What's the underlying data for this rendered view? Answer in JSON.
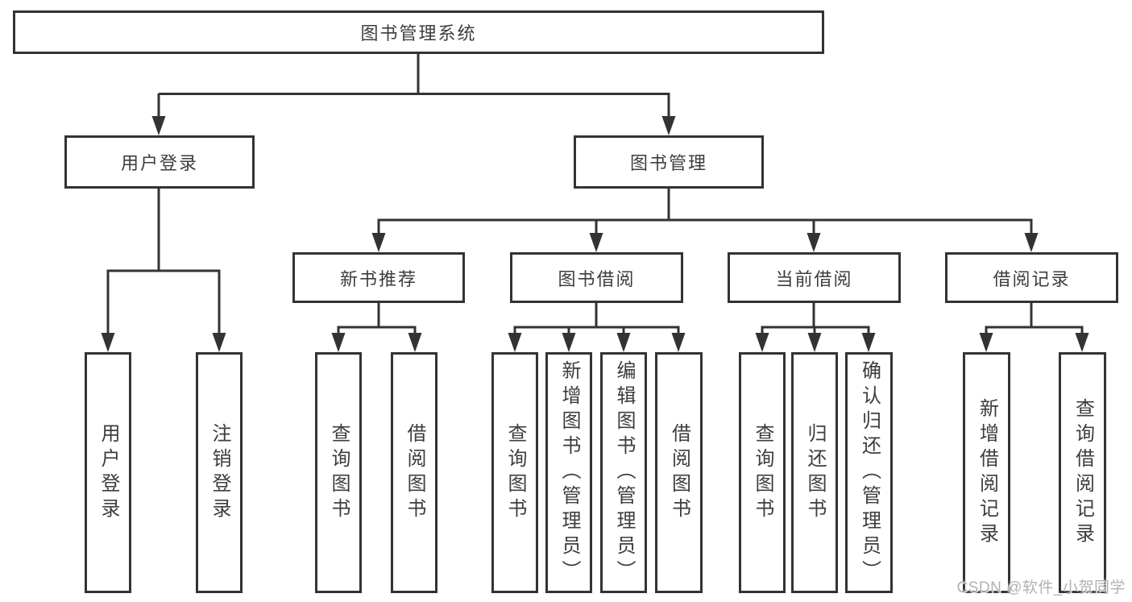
{
  "nodes": {
    "root": "图书管理系统",
    "user_login": "用户登录",
    "book_management": "图书管理",
    "new_book_recommend": "新书推荐",
    "book_borrow": "图书借阅",
    "current_borrow": "当前借阅",
    "borrow_records": "借阅记录",
    "leaf_user_login": "用户登录",
    "leaf_logout": "注销登录",
    "leaf_query_book_1": "查询图书",
    "leaf_borrow_book_1": "借阅图书",
    "leaf_query_book_2": "查询图书",
    "leaf_add_book_admin": "新增图书（管理员）",
    "leaf_edit_book_admin": "编辑图书（管理员）",
    "leaf_borrow_book_2": "借阅图书",
    "leaf_query_book_3": "查询图书",
    "leaf_return_book": "归还图书",
    "leaf_confirm_return_admin": "确认归还（管理员）",
    "leaf_add_borrow_record": "新增借阅记录",
    "leaf_query_borrow_record": "查询借阅记录"
  },
  "watermark": "CSDN @软件_小贺同学",
  "colors": {
    "line": "#333333",
    "box_border": "#333333",
    "text": "#3d3d3d",
    "background": "#ffffff",
    "watermark": "#a5a5a5"
  }
}
